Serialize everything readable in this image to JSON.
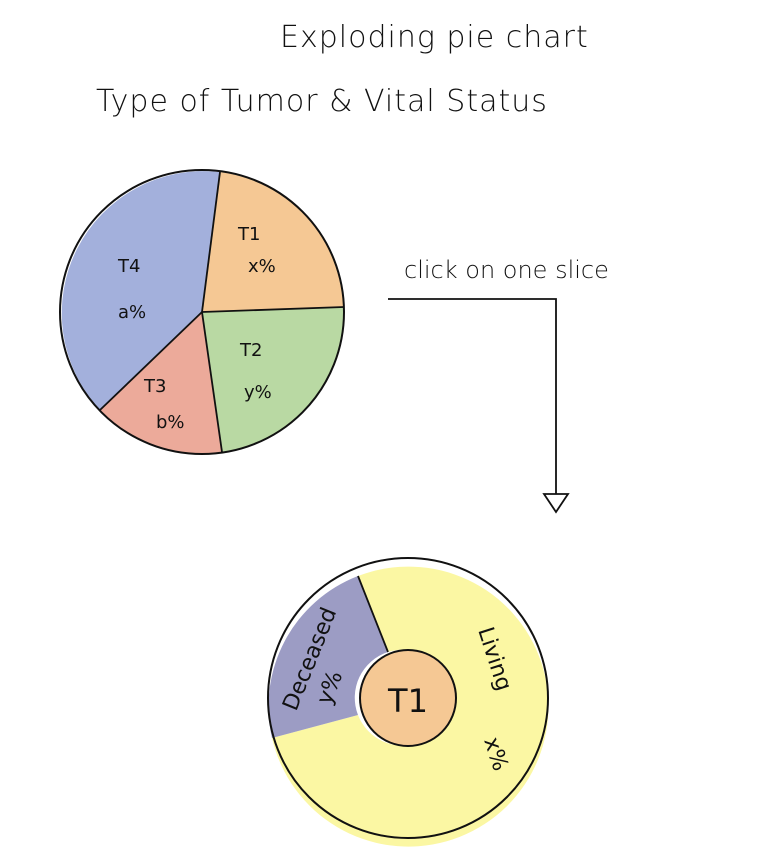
{
  "title": "Exploding pie chart",
  "subtitle": "Type of Tumor & Vital Status",
  "instruction": "click on one slice",
  "pie": {
    "slices": [
      {
        "name": "T1",
        "value_label": "x%",
        "color": "#f5c894"
      },
      {
        "name": "T2",
        "value_label": "y%",
        "color": "#b9d9a3"
      },
      {
        "name": "T3",
        "value_label": "b%",
        "color": "#ecaa9a"
      },
      {
        "name": "T4",
        "value_label": "a%",
        "color": "#a3b0dc"
      }
    ]
  },
  "exploded": {
    "center_label": "T1",
    "center_color": "#f5c894",
    "segments": [
      {
        "name": "Deceased",
        "value_label": "y%",
        "color": "#9c9cc4"
      },
      {
        "name": "Living",
        "value_label": "x%",
        "color": "#fbf7a3"
      }
    ]
  }
}
